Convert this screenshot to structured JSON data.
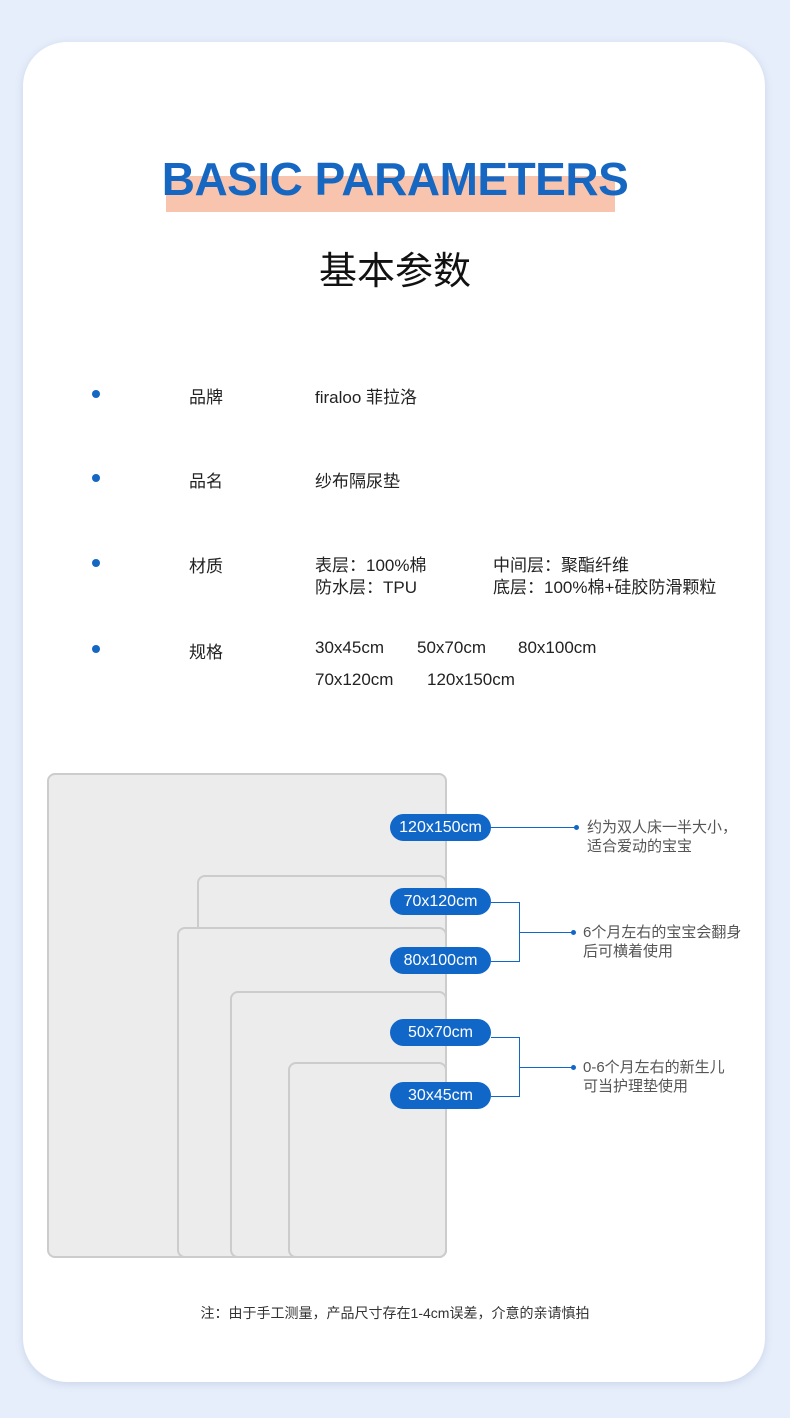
{
  "header": {
    "title_en": "BASIC PARAMETERS",
    "title_cn": "基本参数"
  },
  "params": {
    "brand": {
      "label": "品牌",
      "value": "firaloo 菲拉洛"
    },
    "name": {
      "label": "品名",
      "value": "纱布隔尿垫"
    },
    "material": {
      "label": "材质",
      "surface": "表层：100%棉",
      "middle": "中间层：聚酯纤维",
      "waterproof": "防水层：TPU",
      "bottom": "底层：100%棉+硅胶防滑颗粒"
    },
    "spec": {
      "label": "规格",
      "sizes": [
        "30x45cm",
        "50x70cm",
        "80x100cm",
        "70x120cm",
        "120x150cm"
      ]
    }
  },
  "diagram": {
    "sizes": {
      "s120x150": "120x150cm",
      "s70x120": "70x120cm",
      "s80x100": "80x100cm",
      "s50x70": "50x70cm",
      "s30x45": "30x45cm"
    },
    "notes": {
      "large_line1": "约为双人床一半大小，",
      "large_line2": "适合爱动的宝宝",
      "medium_line1": "6个月左右的宝宝会翻身",
      "medium_line2": "后可横着使用",
      "small_line1": "0-6个月左右的新生儿",
      "small_line2": "可当护理垫使用"
    }
  },
  "footer": {
    "note": "注：由于手工测量，产品尺寸存在1-4cm误差，介意的亲请慎拍"
  },
  "colors": {
    "accent": "#1667c2",
    "title_band": "#f9c4ad",
    "background": "#e6eefb"
  }
}
